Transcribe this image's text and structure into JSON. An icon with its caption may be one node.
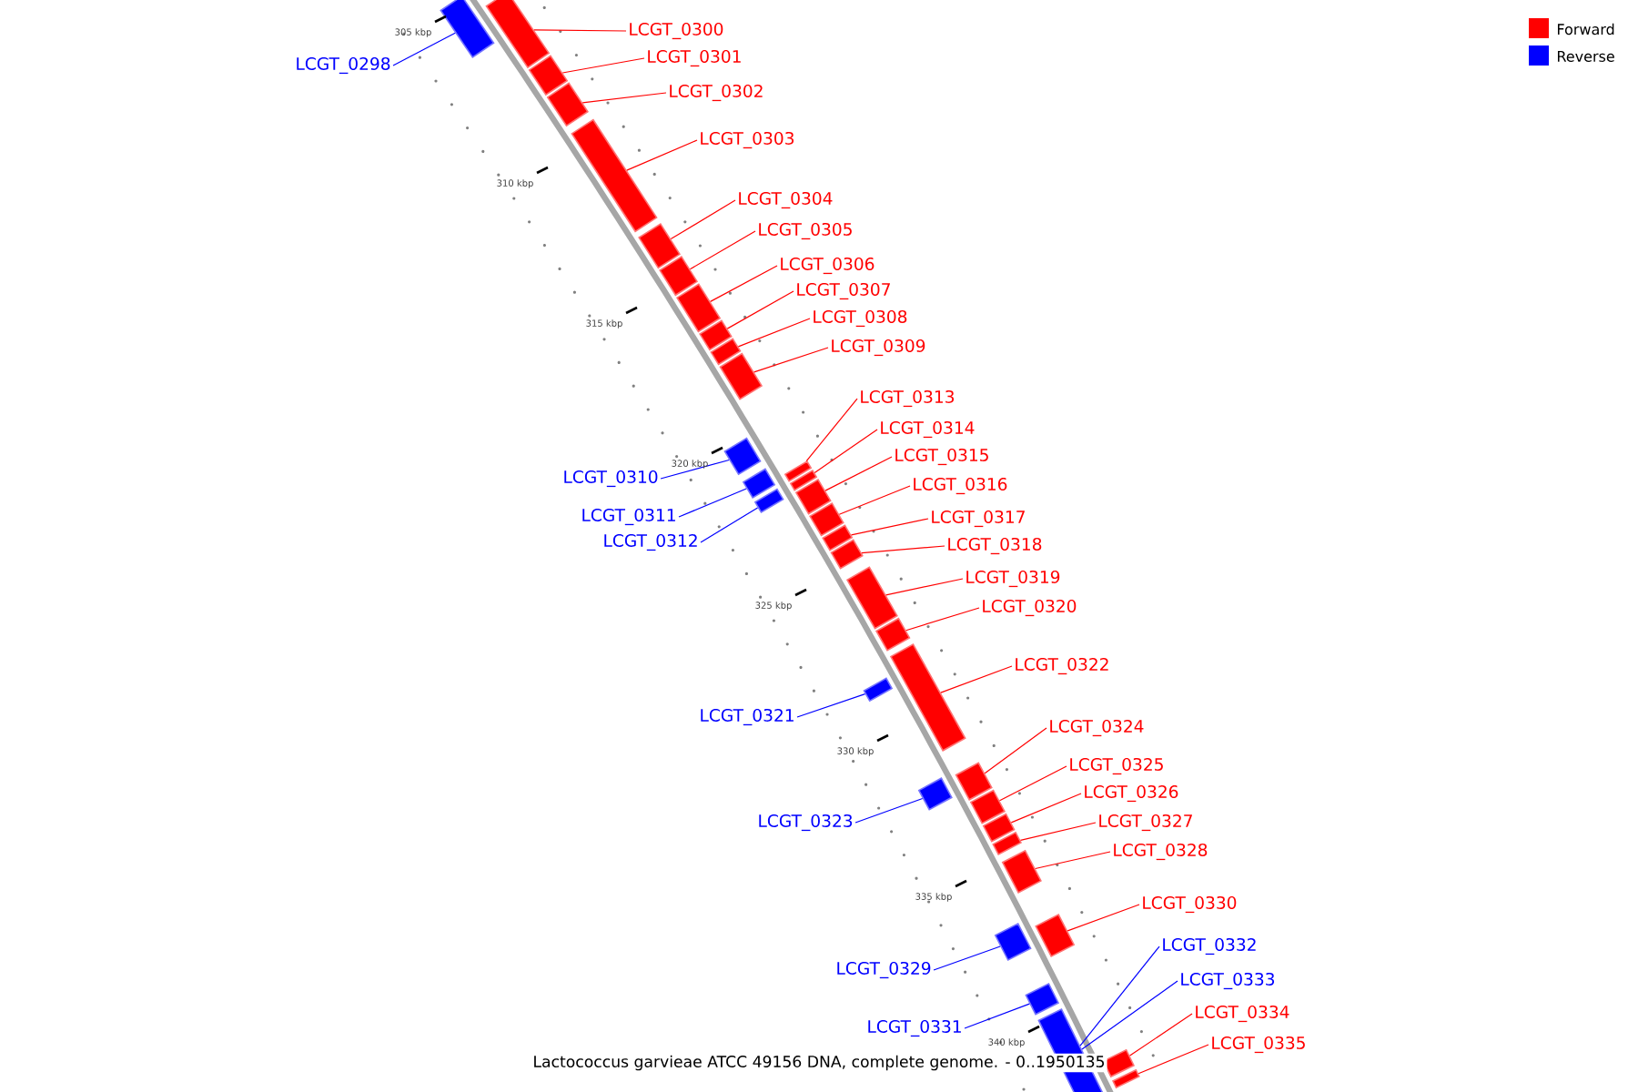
{
  "diagram": {
    "caption": "Lactococcus garvieae ATCC 49156 DNA, complete genome. - 0..1950135",
    "nodes": [
      {
        "text": [
          "LCGT_0298"
        ]
      },
      {
        "text": [],
        "shape": "bar"
      },
      {
        "text": [
          "LCGT_0300"
        ]
      },
      {
        "text": [],
        "shape": "bar"
      },
      {
        "text": [
          "LCGT_0301"
        ]
      },
      {
        "text": [],
        "shape": "bar"
      },
      {
        "text": [
          "LCGT_0302"
        ]
      },
      {
        "text": [],
        "shape": "bar"
      },
      {
        "text": [
          "LCGT_0303"
        ]
      },
      {
        "text": [],
        "shape": "bar"
      },
      {
        "text": [
          "LCGT_0304"
        ]
      },
      {
        "text": [],
        "shape": "bar"
      },
      {
        "text": [
          "LCGT_0305"
        ]
      },
      {
        "text": [],
        "shape": "bar"
      },
      {
        "text": [
          "LCGT_0306"
        ]
      },
      {
        "text": [],
        "shape": "bar"
      },
      {
        "text": [
          "LCGT_0307"
        ]
      },
      {
        "text": [],
        "shape": "bar"
      },
      {
        "text": [
          "LCGT_0308"
        ]
      },
      {
        "text": [],
        "shape": "bar"
      },
      {
        "text": [
          "LCGT_0309"
        ]
      },
      {
        "text": [],
        "shape": "bar"
      },
      {
        "text": [
          "LCGT_0313"
        ]
      },
      {
        "text": [],
        "shape": "bar"
      },
      {
        "text": [
          "LCGT_0314"
        ]
      },
      {
        "text": [],
        "shape": "bar"
      },
      {
        "text": [
          "LCGT_0315"
        ]
      },
      {
        "text": [],
        "shape": "bar"
      },
      {
        "text": [
          "LCGT_0316"
        ]
      },
      {
        "text": [],
        "shape": "bar"
      },
      {
        "text": [
          "LCGT_0317"
        ]
      },
      {
        "text": [],
        "shape": "bar"
      },
      {
        "text": [
          "LCGT_0318"
        ]
      },
      {
        "text": [],
        "shape": "bar"
      },
      {
        "text": [
          "LCGT_0310"
        ]
      },
      {
        "text": [],
        "shape": "bar"
      },
      {
        "text": [
          "LCGT_0311"
        ]
      },
      {
        "text": [],
        "shape": "bar"
      },
      {
        "text": [
          "LCGT_0312"
        ]
      },
      {
        "text": [],
        "shape": "bar"
      },
      {
        "text": [
          "LCGT_0319"
        ]
      },
      {
        "text": [],
        "shape": "bar"
      },
      {
        "text": [
          "LCGT_0320"
        ]
      },
      {
        "text": [],
        "shape": "bar"
      },
      {
        "text": [
          "LCGT_0322"
        ]
      },
      {
        "text": [],
        "shape": "bar"
      },
      {
        "text": [
          "LCGT_0321"
        ]
      },
      {
        "text": [],
        "shape": "bar"
      },
      {
        "text": [
          "LCGT_0324"
        ]
      },
      {
        "text": [],
        "shape": "bar"
      },
      {
        "text": [
          "LCGT_0325"
        ]
      },
      {
        "text": [],
        "shape": "bar"
      },
      {
        "text": [
          "LCGT_0323"
        ]
      },
      {
        "text": [],
        "shape": "bar"
      },
      {
        "text": [
          "LCGT_0326"
        ]
      },
      {
        "text": [],
        "shape": "bar"
      },
      {
        "text": [
          "LCGT_0327"
        ]
      },
      {
        "text": [],
        "shape": "bar"
      },
      {
        "text": [
          "LCGT_0328"
        ]
      },
      {
        "text": [],
        "shape": "bar"
      },
      {
        "text": [
          "LCGT_0330"
        ]
      },
      {
        "text": [],
        "shape": "bar"
      },
      {
        "text": [
          "LCGT_0329"
        ]
      },
      {
        "text": [],
        "shape": "bar"
      },
      {
        "text": [
          "LCGT_0332"
        ]
      },
      {
        "text": [],
        "shape": "bar"
      },
      {
        "text": [
          "LCGT_0333"
        ]
      },
      {
        "text": [
          "LCGT_0331"
        ]
      },
      {
        "text": [],
        "shape": "bar"
      },
      {
        "text": [
          "LCGT_0334"
        ]
      },
      {
        "text": [],
        "shape": "bar"
      },
      {
        "text": [
          "LCGT_0335"
        ]
      },
      {
        "text": [],
        "shape": "bar"
      }
    ],
    "edges": [
      {
        "from": 0,
        "to": 1,
        "arrow": "none",
        "color": "#0000ff"
      },
      {
        "from": 2,
        "to": 3,
        "arrow": "none"
      },
      {
        "from": 4,
        "to": 5,
        "arrow": "none"
      },
      {
        "from": 6,
        "to": 7,
        "arrow": "none"
      },
      {
        "from": 8,
        "to": 9,
        "arrow": "none"
      },
      {
        "from": 10,
        "to": 11,
        "arrow": "none"
      },
      {
        "from": 12,
        "to": 13,
        "arrow": "none"
      },
      {
        "from": 14,
        "to": 15,
        "arrow": "none"
      },
      {
        "from": 16,
        "to": 17,
        "arrow": "none"
      },
      {
        "from": 18,
        "to": 19,
        "arrow": "none"
      },
      {
        "from": 20,
        "to": 21,
        "arrow": "none"
      },
      {
        "from": 22,
        "to": 23,
        "arrow": "none"
      },
      {
        "from": 24,
        "to": 25,
        "arrow": "none"
      },
      {
        "from": 26,
        "to": 27,
        "arrow": "none"
      },
      {
        "from": 28,
        "to": 29,
        "arrow": "none"
      },
      {
        "from": 30,
        "to": 31,
        "arrow": "none"
      },
      {
        "from": 32,
        "to": 33,
        "arrow": "none"
      },
      {
        "from": 34,
        "to": 35,
        "arrow": "none",
        "color": "#0000ff"
      },
      {
        "from": 36,
        "to": 37,
        "arrow": "none",
        "color": "#0000ff"
      },
      {
        "from": 38,
        "to": 39,
        "arrow": "none",
        "color": "#0000ff"
      },
      {
        "from": 40,
        "to": 41,
        "arrow": "none"
      },
      {
        "from": 42,
        "to": 43,
        "arrow": "none"
      },
      {
        "from": 44,
        "to": 45,
        "arrow": "none"
      },
      {
        "from": 46,
        "to": 47,
        "arrow": "none",
        "color": "#0000ff"
      },
      {
        "from": 48,
        "to": 49,
        "arrow": "none"
      },
      {
        "from": 50,
        "to": 51,
        "arrow": "none"
      },
      {
        "from": 52,
        "to": 53,
        "arrow": "none",
        "color": "#0000ff"
      },
      {
        "from": 54,
        "to": 55,
        "arrow": "none"
      },
      {
        "from": 56,
        "to": 57,
        "arrow": "none"
      },
      {
        "from": 58,
        "to": 59,
        "arrow": "none"
      },
      {
        "from": 60,
        "to": 61,
        "arrow": "none"
      },
      {
        "from": 62,
        "to": 63,
        "arrow": "none",
        "color": "#0000ff"
      },
      {
        "from": 64,
        "to": 65,
        "arrow": "none",
        "color": "#0000ff"
      },
      {
        "from": 66,
        "to": 65,
        "arrow": "none",
        "color": "#0000ff"
      },
      {
        "from": 67,
        "to": 68,
        "arrow": "none",
        "color": "#0000ff"
      },
      {
        "from": 69,
        "to": 70,
        "arrow": "none"
      },
      {
        "from": 71,
        "to": 72,
        "arrow": "none"
      }
    ],
    "labels": [
      "305 kbp",
      "310 kbp",
      "315 kbp",
      "320 kbp",
      "325 kbp",
      "330 kbp",
      "335 kbp",
      "340 kbp"
    ],
    "legend": [
      {
        "text": "Forward",
        "color": "#ff0000"
      },
      {
        "text": "Reverse",
        "color": "#0000ff"
      }
    ]
  }
}
